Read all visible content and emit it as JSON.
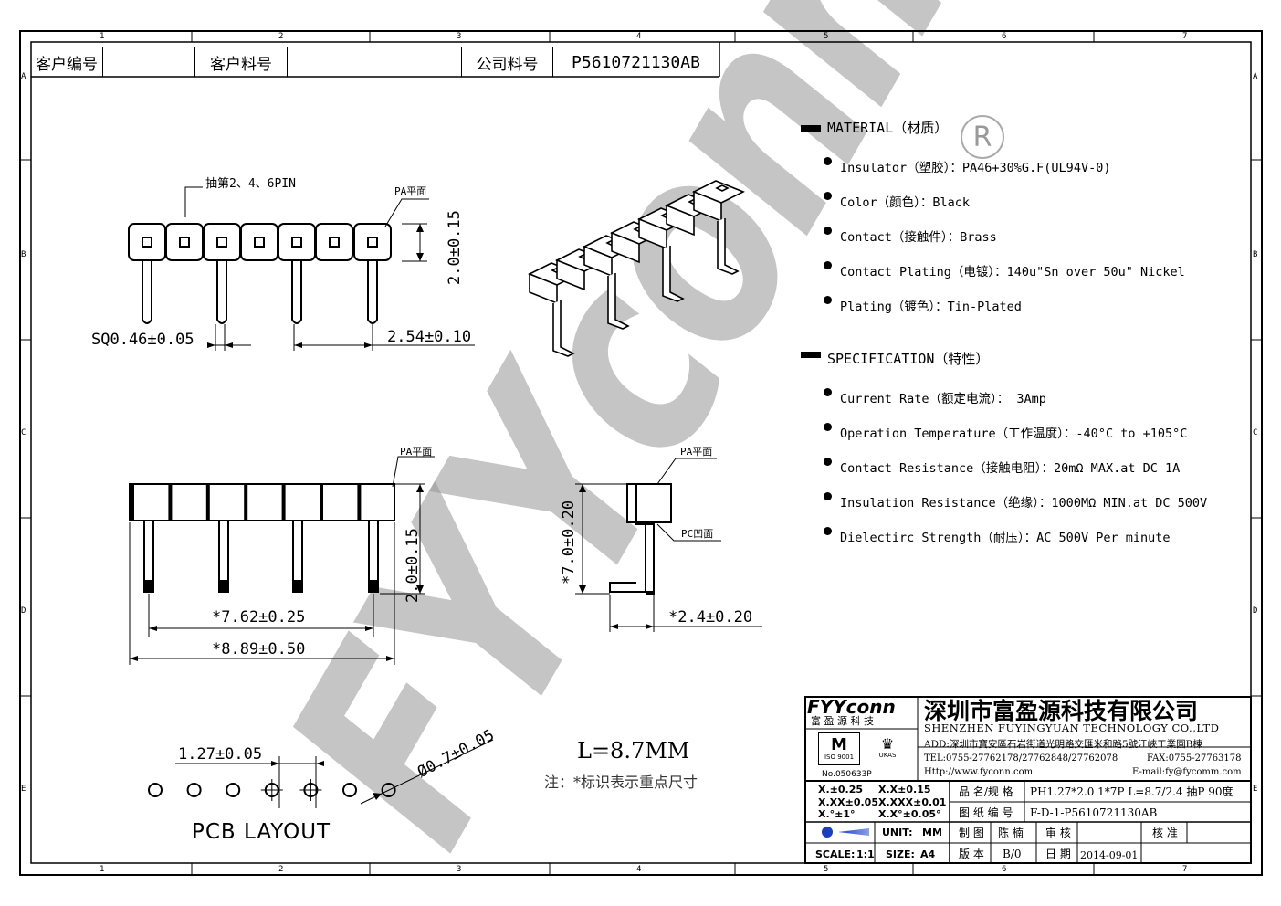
{
  "header": {
    "customer_code_label": "客户编号",
    "customer_code_value": "",
    "customer_part_label": "客户料号",
    "customer_part_value": "",
    "company_part_label": "公司料号",
    "company_part_value": "P5610721130AB"
  },
  "grid": {
    "columns": [
      "1",
      "2",
      "3",
      "4",
      "5",
      "6",
      "7"
    ],
    "rows": [
      "A",
      "B",
      "C",
      "D",
      "E"
    ]
  },
  "watermark": "FYYconn",
  "top_view": {
    "pin_note": "抽第2、4、6PIN",
    "pa_label": "PA平面",
    "height_dim": "2.0±0.15",
    "sq_dim": "SQ0.46±0.05",
    "pitch_dim": "2.54±0.10"
  },
  "front_view": {
    "pa_label": "PA平面",
    "height_dim": "2.0±0.15",
    "dim_762": "*7.62±0.25",
    "dim_889": "*8.89±0.50"
  },
  "side_view": {
    "pa_label": "PA平面",
    "pc_label": "PC凹面",
    "height_dim": "*7.0±0.20",
    "offset_dim": "*2.4±0.20"
  },
  "pcb": {
    "pitch_dim": "1.27±0.05",
    "hole_dim": "Ø0.7±0.05",
    "title": "PCB LAYOUT",
    "hole_count": 7
  },
  "notes": {
    "length": "L=8.7MM",
    "note": "注：*标识表示重点尺寸"
  },
  "material": {
    "title": "MATERIAL（材质）",
    "items": [
      "Insulator（塑胶）：PA46+30%G.F(UL94V-0)",
      "Color（颜色）：Black",
      "Contact（接触件）：Brass",
      "Contact Plating（电镀）：140u\"Sn  over 50u\" Nickel",
      "Plating（镀色）：Tin-Plated"
    ]
  },
  "specification": {
    "title": "SPECIFICATION（特性）",
    "items": [
      "Current Rate（额定电流）：  3Amp",
      "Operation Temperature（工作温度）：-40°C to +105°C",
      "Contact Resistance（接触电阻）：20mΩ MAX.at DC 1A",
      "Insulation Resistance（绝缘）：1000MΩ MIN.at DC 500V",
      "Dielectirc Strength（耐压）：AC 500V Per minute"
    ]
  },
  "company": {
    "logo_text": "FYYconn",
    "logo_sub": "富 盈 源 科 技",
    "name_cn": "深圳市富盈源科技有限公司",
    "name_en": "SHENZHEN FUYINGYUAN TECHNOLOGY CO.,LTD",
    "address": "ADD:深圳市寶安區石岩街道光明路交匯米和路5號江峽工業園B棟",
    "tel": "TEL:0755-27762178/27762848/27762078",
    "fax": "FAX:0755-27763178",
    "web": "Http://www.fyconn.com",
    "email": "E-mail:fy@fycomm.com",
    "cert1": "ISO 9001",
    "cert2": "UKAS",
    "cert_no": "No.050633P"
  },
  "title_block": {
    "tol1": "X.±0.25",
    "tol2": "X.X±0.15",
    "tol3": "X.XX±0.05",
    "tol4": "X.XXX±0.01",
    "tol5": "X.°±1°",
    "tol6": "X.X°±0.05°",
    "product_label": "品 名/规 格",
    "product_value": "PH1.27*2.0  1*7P  L=8.7/2.4 抽P 90度",
    "drawing_label": "图 纸 编 号",
    "drawing_value": "F-D-1-P5610721130AB",
    "unit_label": "UNIT:",
    "unit_value": "MM",
    "made_label": "制 图",
    "made_value": "陈 楠",
    "check_label": "审 核",
    "check_value": "",
    "approve_label": "核 准",
    "approve_value": "",
    "scale_label": "SCALE:",
    "scale_value": "1:1",
    "size_label": "SIZE:",
    "size_value": "A4",
    "version_label": "版 本",
    "version_value": "B/0",
    "date_label": "日 期",
    "date_value": "2014-09-01"
  }
}
